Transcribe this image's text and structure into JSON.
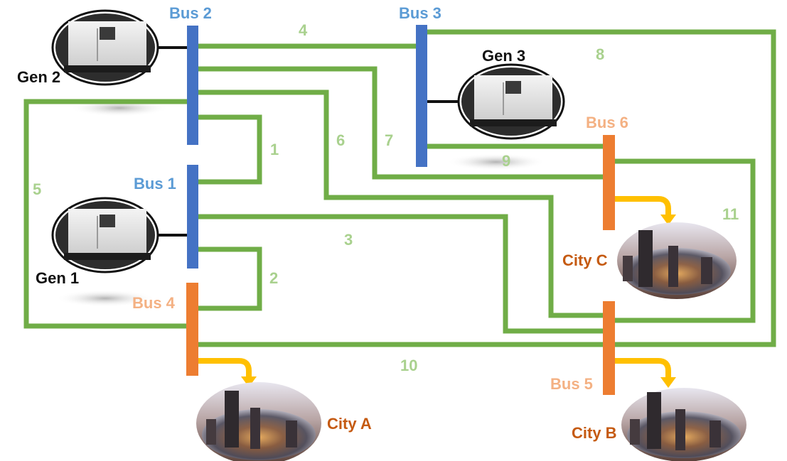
{
  "colors": {
    "gen_bus": "#4472c4",
    "load_bus": "#ed7d31",
    "line": "#70ad47",
    "load_arrow": "#ffc000",
    "gen_bus_text": "#5b9bd5",
    "load_bus_text": "#f4b183",
    "line_text": "#a9d18e",
    "city_text": "#c55a11",
    "gen_text": "#111111"
  },
  "buses": {
    "bus1": "Bus 1",
    "bus2": "Bus 2",
    "bus3": "Bus 3",
    "bus4": "Bus 4",
    "bus5": "Bus 5",
    "bus6": "Bus 6"
  },
  "generators": {
    "gen1": "Gen 1",
    "gen2": "Gen 2",
    "gen3": "Gen 3"
  },
  "cities": {
    "cityA": "City A",
    "cityB": "City B",
    "cityC": "City C"
  },
  "lines": {
    "l1": "1",
    "l2": "2",
    "l3": "3",
    "l4": "4",
    "l5": "5",
    "l6": "6",
    "l7": "7",
    "l8": "8",
    "l9": "9",
    "l10": "10",
    "l11": "11"
  }
}
